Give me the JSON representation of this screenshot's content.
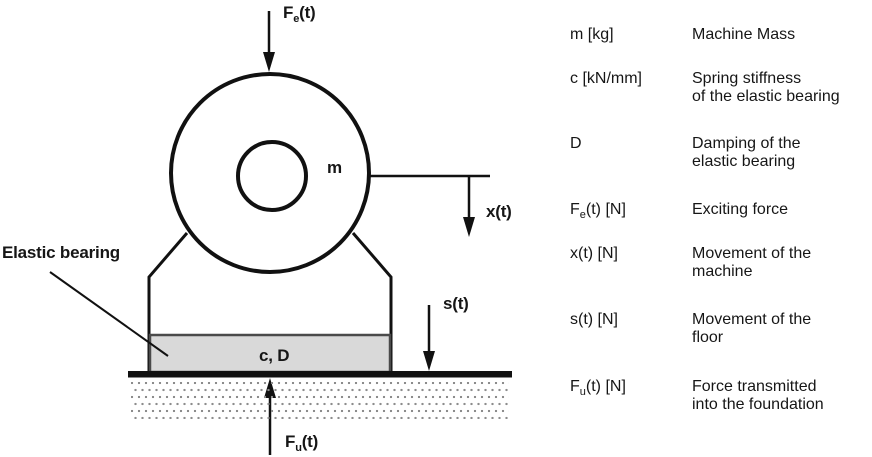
{
  "diagram": {
    "labels": {
      "exciting_force": {
        "pre": "F",
        "sub": "e",
        "post": "(t)"
      },
      "mass": "m",
      "machine_movement": "x(t)",
      "floor_movement": "s(t)",
      "bearing_params": "c, D",
      "elastic_bearing": "Elastic bearing",
      "foundation_force": {
        "pre": "F",
        "sub": "u",
        "post": "(t)"
      }
    },
    "colors": {
      "line": "#111111",
      "bearing_fill": "#d9d9d9",
      "bearing_border": "#4a4a4a",
      "hatch_dot": "#8c8c8c",
      "background": "#ffffff"
    }
  },
  "legend": {
    "rows": [
      {
        "symbol_pre": "m [kg]",
        "symbol_sub": "",
        "symbol_post": "",
        "desc1": "Machine Mass",
        "desc2": ""
      },
      {
        "symbol_pre": "c [kN/mm]",
        "symbol_sub": "",
        "symbol_post": "",
        "desc1": "Spring stiffness",
        "desc2": "of the elastic bearing"
      },
      {
        "symbol_pre": "D",
        "symbol_sub": "",
        "symbol_post": "",
        "desc1": "Damping of the",
        "desc2": "elastic bearing"
      },
      {
        "symbol_pre": "F",
        "symbol_sub": "e",
        "symbol_post": "(t) [N]",
        "desc1": "Exciting force",
        "desc2": ""
      },
      {
        "symbol_pre": "x(t) [N]",
        "symbol_sub": "",
        "symbol_post": "",
        "desc1": "Movement of the",
        "desc2": "machine"
      },
      {
        "symbol_pre": "s(t) [N]",
        "symbol_sub": "",
        "symbol_post": "",
        "desc1": "Movement of the",
        "desc2": "floor"
      },
      {
        "symbol_pre": "F",
        "symbol_sub": "u",
        "symbol_post": "(t) [N]",
        "desc1": "Force transmitted",
        "desc2": "into the foundation"
      }
    ]
  }
}
